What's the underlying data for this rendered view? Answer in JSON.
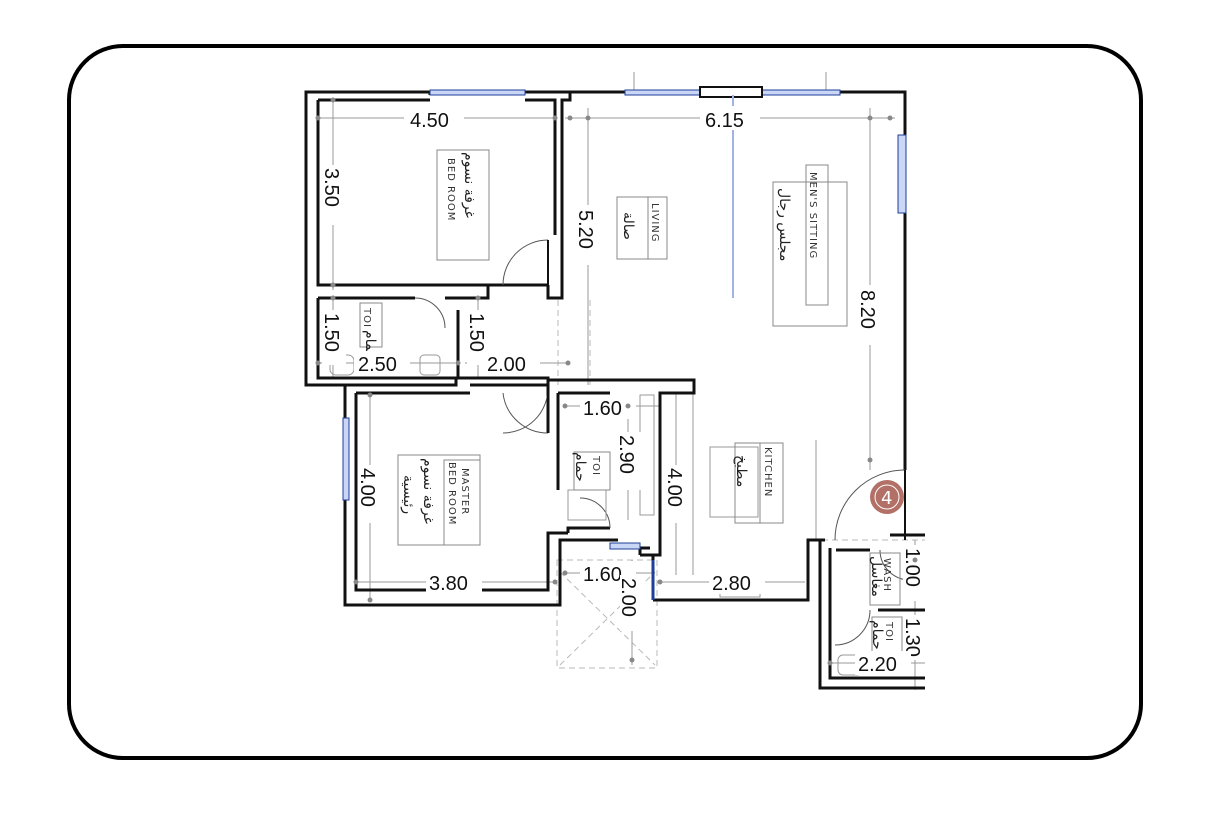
{
  "dimensions": {
    "bedroom_width": "4.50",
    "living_width": "6.15",
    "bedroom_depth": "3.50",
    "living_depth": "5.20",
    "mens_depth": "8.20",
    "toilet1_depth": "1.50",
    "toilet1_depth_b": "1.50",
    "toilet1_width": "2.50",
    "corridor_width": "2.00",
    "toilet2_width": "1.60",
    "toilet2_depth": "2.90",
    "kitchen_depth": "4.00",
    "master_depth": "4.00",
    "master_width": "3.80",
    "entry_width": "1.60",
    "entry_depth": "2.00",
    "kitchen_width": "2.80",
    "wash_width": "1.00",
    "toilet3_depth": "1.30",
    "toilet3_width": "2.20"
  },
  "rooms": {
    "bedroom": {
      "ar": "غرفة نسوم",
      "en": "BED ROOM"
    },
    "living": {
      "ar": "صالة",
      "en": "LIVING"
    },
    "mens": {
      "ar": "مجلس رجال",
      "en": "MEN'S SITTING"
    },
    "toilet1": {
      "ar": "حمام",
      "en": "TOI"
    },
    "master": {
      "en1": "MASTER",
      "en2": "BED ROOM",
      "ar1": "غرفة نسوم",
      "ar2": "رئيسية"
    },
    "toilet2": {
      "ar": "حمام",
      "en": "TOI"
    },
    "kitchen": {
      "ar": "مطبخ",
      "en": "KITCHEN"
    },
    "wash": {
      "ar": "مغاسل",
      "en": "WASH"
    },
    "toilet3": {
      "ar": "حمام",
      "en": "TOI"
    }
  },
  "marker": "4",
  "colors": {
    "wall": "#111111",
    "window": "#1f3f9a",
    "glass": "#9fb3ea",
    "marker": "#a4574c",
    "guide": "#9a9a9a"
  }
}
